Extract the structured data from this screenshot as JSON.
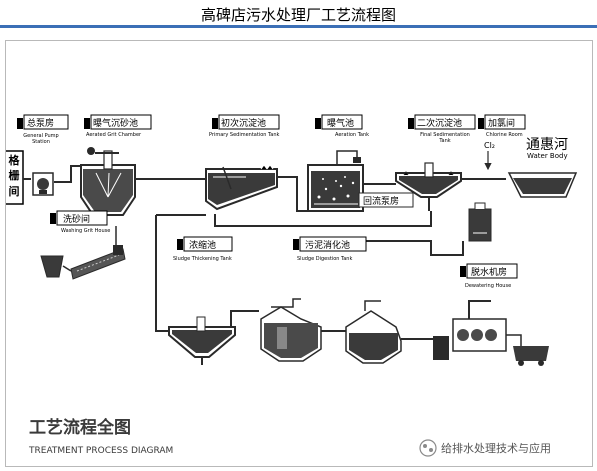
{
  "page_title": "高碑店污水处理厂工艺流程图",
  "units": {
    "pump_station": {
      "cn": "总泵房",
      "en": "General Pump\nStation"
    },
    "grit_chamber": {
      "cn": "曝气沉砂池",
      "en": "Aerated Grit  Chamber"
    },
    "primary_tank": {
      "cn": "初次沉淀池",
      "en": "Primary Sedimentation Tank"
    },
    "aeration_tank": {
      "cn": "曝气池",
      "en": "Aeration Tank"
    },
    "final_tank": {
      "cn": "二次沉淀池",
      "en": "Final Sedimentation\nTank"
    },
    "chlorine_room": {
      "cn": "加氯间",
      "en": "Chlorine Room",
      "chem": "Cl₂"
    },
    "water_body": {
      "cn": "通惠河",
      "en": "Water Body"
    },
    "screen": {
      "cn": "格栅间"
    },
    "return_sludge": {
      "cn": "回流泵房"
    },
    "grit_house": {
      "cn": "洗砂间",
      "en": "Washing Grit House"
    },
    "thickening": {
      "cn": "浓缩池",
      "en": "Sludge Thickening Tank"
    },
    "digestion": {
      "cn": "污泥消化池",
      "en": "Sludge Digestion Tank"
    },
    "dewatering": {
      "cn": "脱水机房",
      "en": "Dewatering House"
    }
  },
  "footer": {
    "title_cn": "工艺流程全图",
    "title_en": "TREATMENT PROCESS DIAGRAM"
  },
  "watermark": {
    "text": "给排水处理技术与应用"
  },
  "colors": {
    "accent": "#3b6fb6",
    "line": "#2a2a2a",
    "tank": "#3a3a3a"
  }
}
